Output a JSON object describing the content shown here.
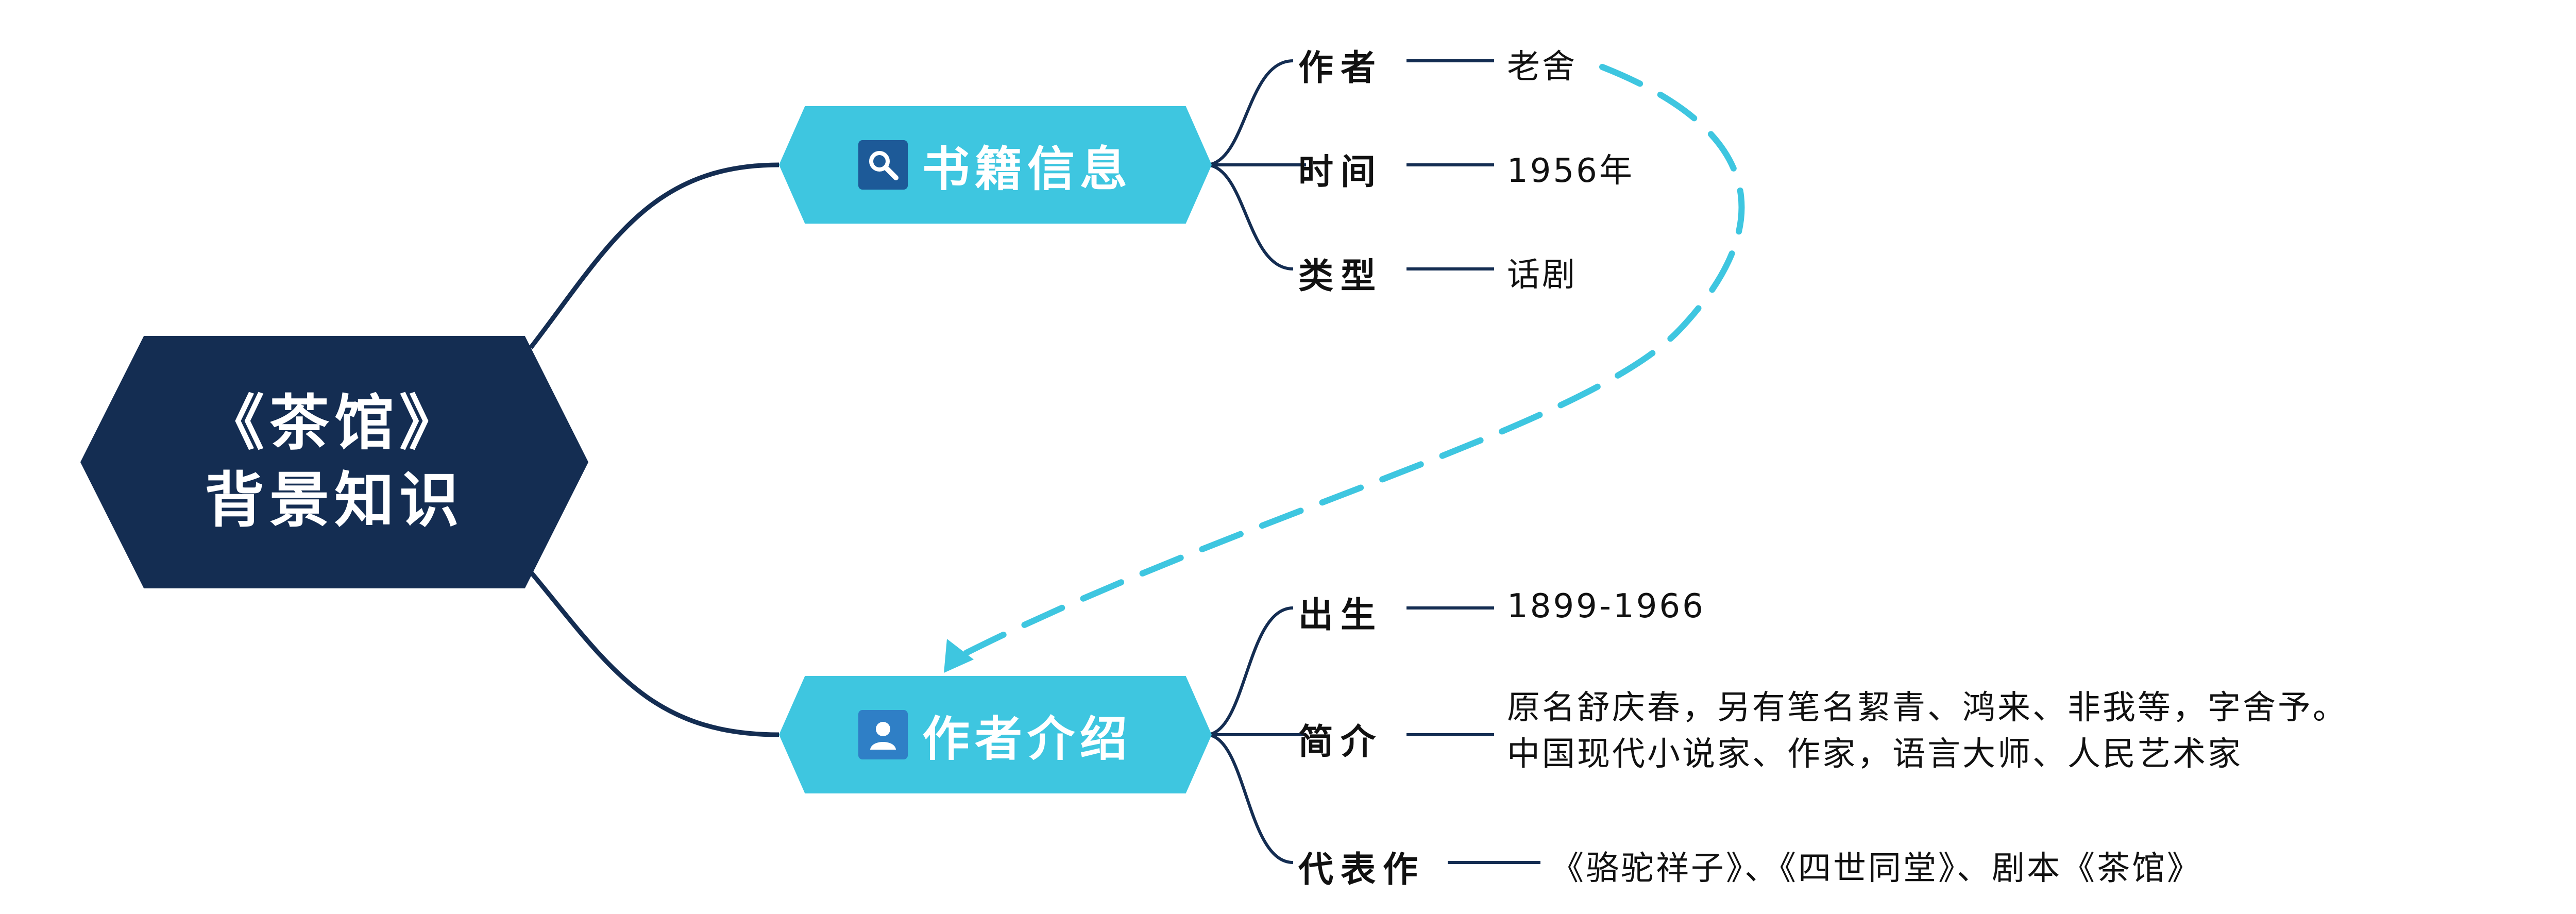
{
  "root": {
    "line1": "《茶馆》",
    "line2": "背景知识"
  },
  "branches": [
    {
      "label": "书籍信息",
      "icon": "magnifier-icon",
      "items": [
        {
          "key": "作者",
          "value": "老舍"
        },
        {
          "key": "时间",
          "value": "1956年"
        },
        {
          "key": "类型",
          "value": "话剧"
        }
      ]
    },
    {
      "label": "作者介绍",
      "icon": "person-icon",
      "items": [
        {
          "key": "出生",
          "value": "1899-1966"
        },
        {
          "key": "简介",
          "lines": [
            "原名舒庆春，另有笔名絜青、鸿来、非我等，字舍予。",
            "中国现代小说家、作家，语言大师、人民艺术家"
          ]
        },
        {
          "key": "代表作",
          "value": "《骆驼祥子》、《四世同堂》、剧本《茶馆》"
        }
      ]
    }
  ],
  "colors": {
    "root": "#142d52",
    "branch": "#3ec6e0",
    "connector": "#142d52",
    "dashed_link": "#3ec6e0"
  }
}
